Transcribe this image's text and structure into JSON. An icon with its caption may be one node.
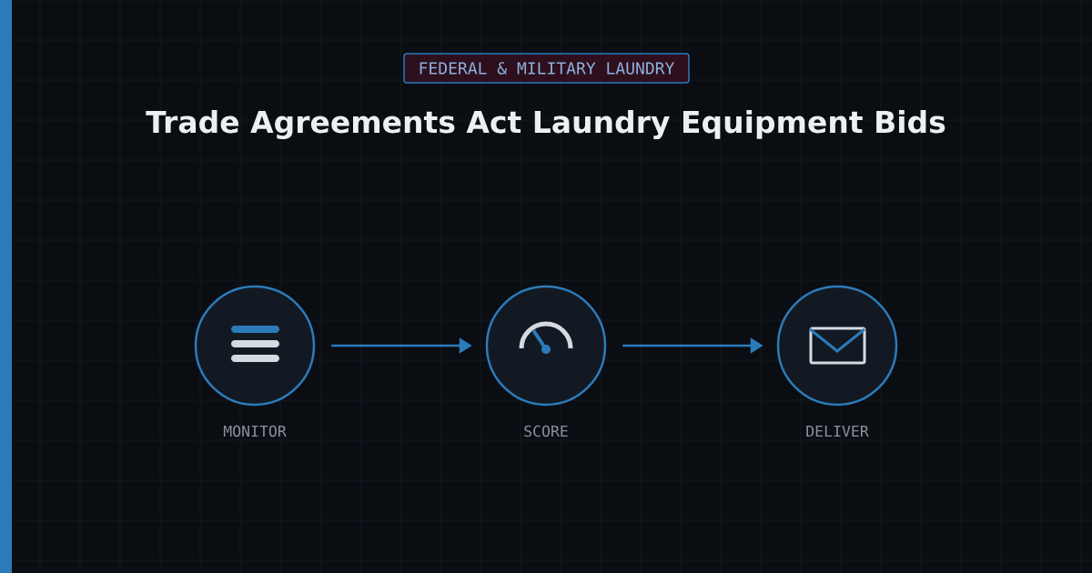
{
  "diagram": {
    "title": "Trade Agreements Act Laundry Equipment Bids",
    "nodes": [
      {
        "text": [
          "MONITOR"
        ]
      },
      {
        "text": [
          "SCORE"
        ]
      },
      {
        "text": [
          "DELIVER"
        ]
      }
    ],
    "edges": [
      {
        "from": 0,
        "to": 1,
        "arrow": "to"
      },
      {
        "from": 1,
        "to": 2,
        "arrow": "to"
      }
    ],
    "labels": [
      "FEDERAL & MILITARY LAUNDRY"
    ]
  }
}
